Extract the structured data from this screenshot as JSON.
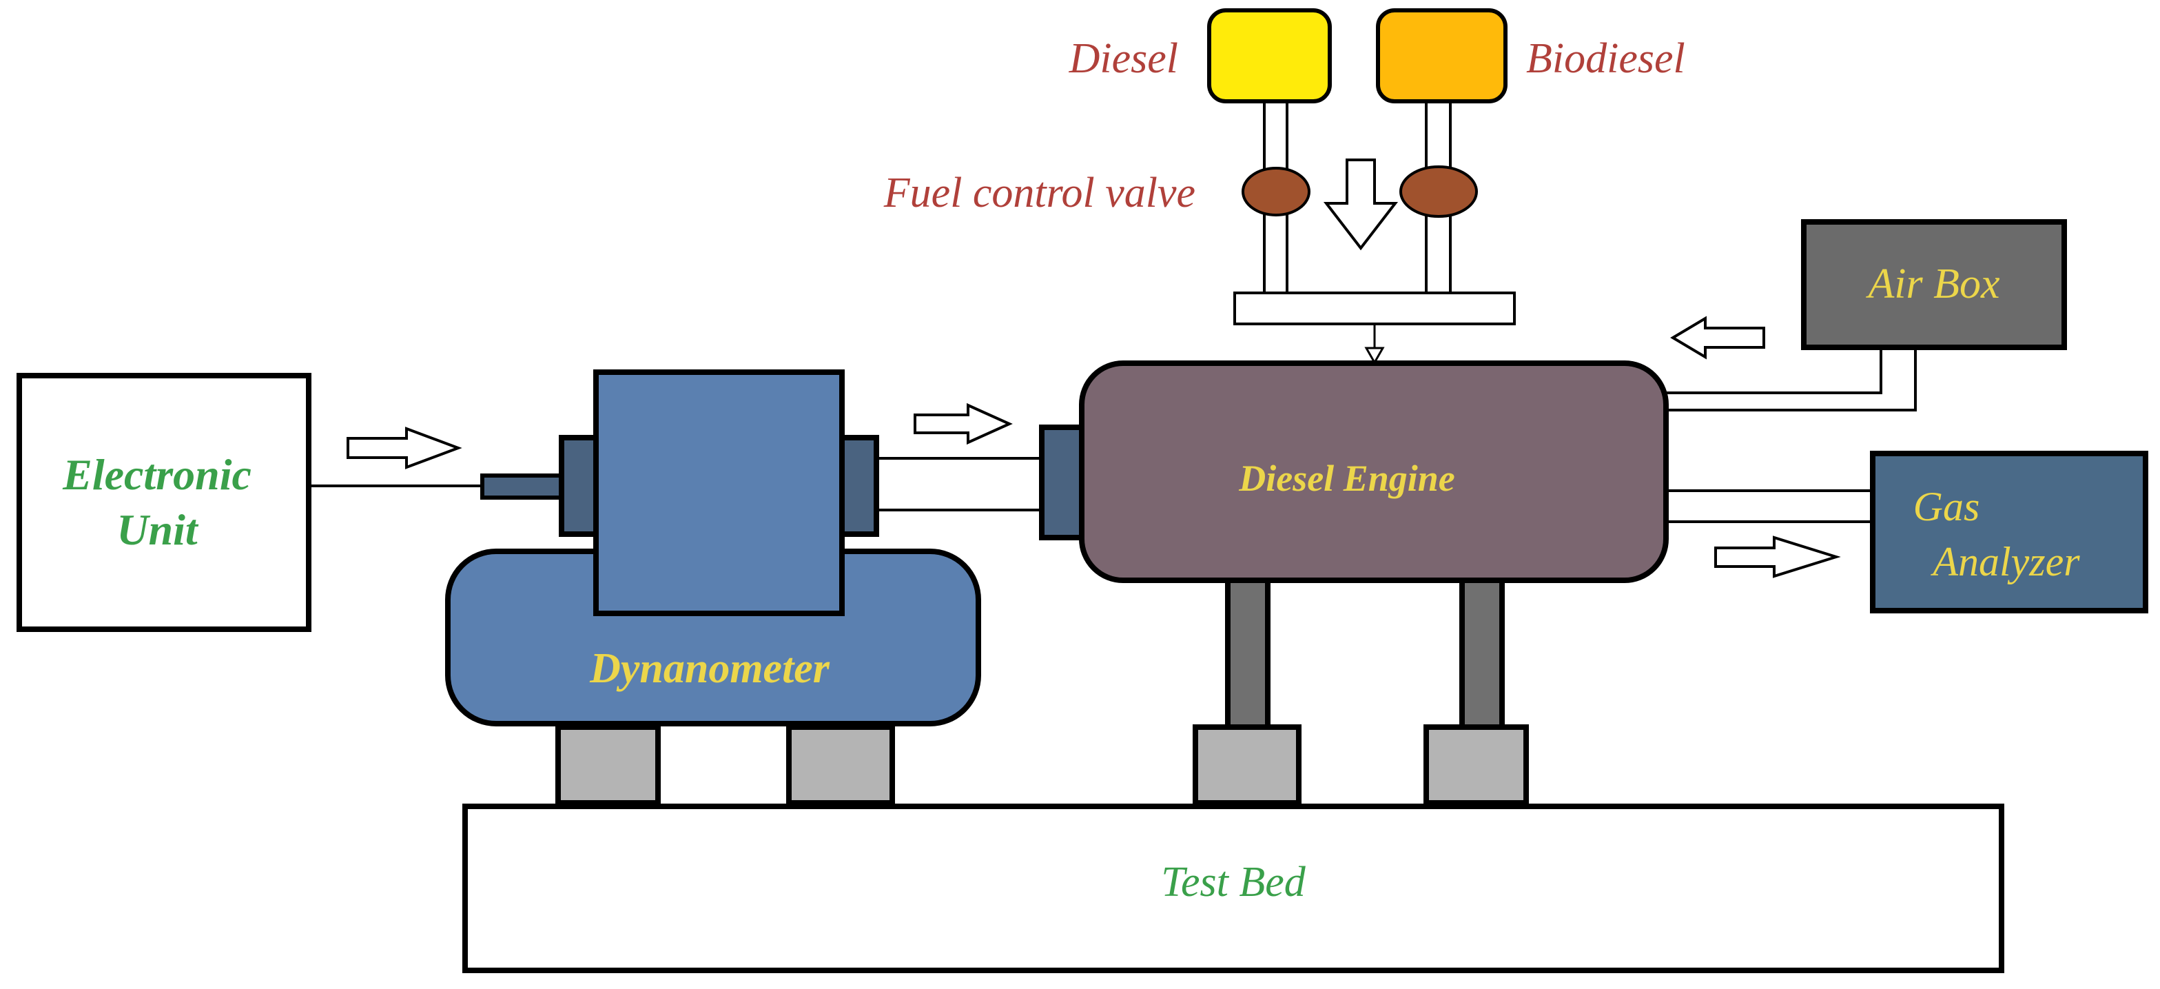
{
  "labels": {
    "diesel": "Diesel",
    "biodiesel": "Biodiesel",
    "fuel_control_valve": "Fuel control valve",
    "air_box": "Air Box",
    "electronic_unit_line1": "Electronic",
    "electronic_unit_line2": "Unit",
    "diesel_engine": "Diesel Engine",
    "gas_analyzer_line1": "Gas",
    "gas_analyzer_line2": "Analyzer",
    "dynamometer": "Dynanometer",
    "test_bed": "Test Bed"
  },
  "colors": {
    "diesel_tank": "#ffeb0a",
    "biodiesel_tank": "#ffba0a",
    "valve": "#a0522d",
    "dynamometer": "#5b80b0",
    "coupling": "#4a6380",
    "engine": "#7b6670",
    "air_box": "#6b6b6b",
    "gas_analyzer": "#4a6a88",
    "support": "#707070",
    "foot": "#b4b4b4",
    "text_red": "#b0403a",
    "text_green": "#3aa04a",
    "text_yellow": "#ecd64a"
  }
}
